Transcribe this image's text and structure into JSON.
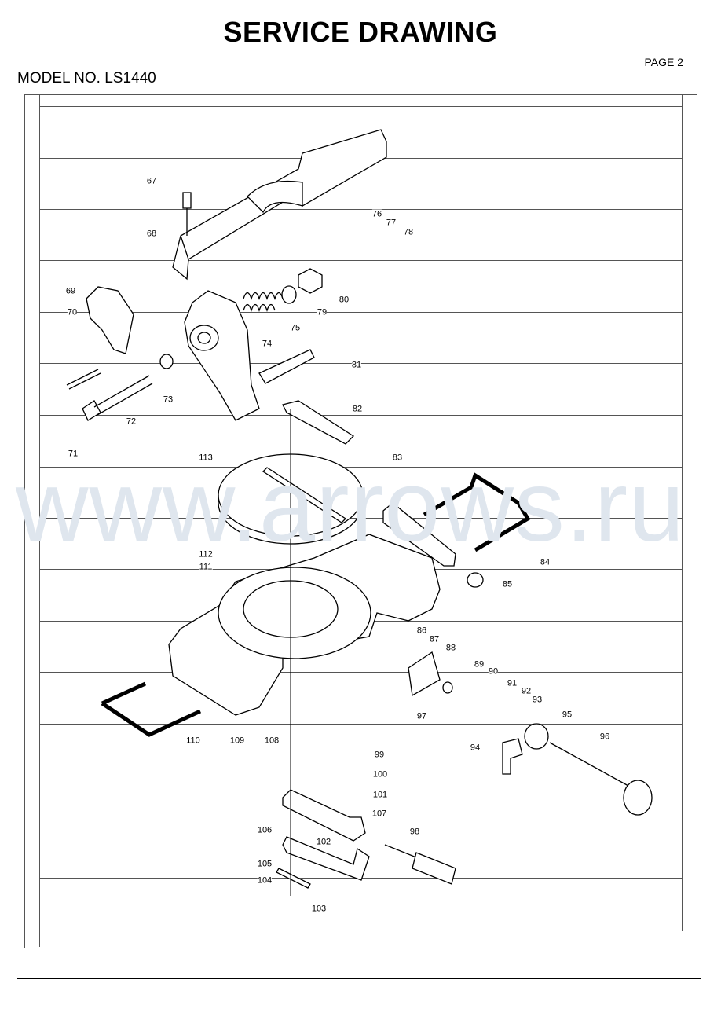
{
  "header": {
    "title": "SERVICE DRAWING",
    "page": "PAGE 2",
    "model": "MODEL NO. LS1440"
  },
  "watermark": "www.arrows.ru",
  "parts": [
    "67",
    "68",
    "69",
    "70",
    "71",
    "72",
    "73",
    "74",
    "75",
    "76",
    "77",
    "78",
    "79",
    "80",
    "81",
    "82",
    "83",
    "84",
    "85",
    "86",
    "87",
    "88",
    "89",
    "90",
    "91",
    "92",
    "93",
    "94",
    "95",
    "96",
    "97",
    "98",
    "99",
    "100",
    "101",
    "102",
    "103",
    "104",
    "105",
    "106",
    "107",
    "108",
    "109",
    "110",
    "111",
    "112",
    "113"
  ]
}
